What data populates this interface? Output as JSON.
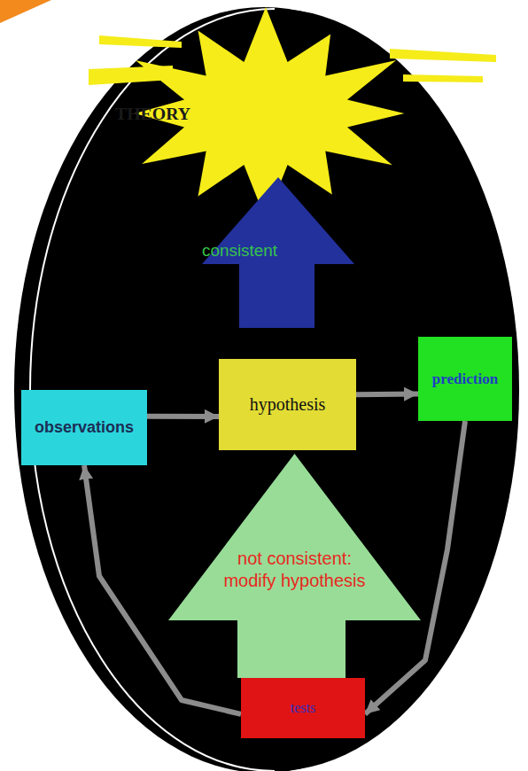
{
  "diagram": {
    "nodes": [
      {
        "text": [
          "THEORY"
        ]
      },
      {
        "text": [
          "consistent"
        ]
      },
      {
        "text": [
          "observations"
        ]
      },
      {
        "text": [
          "hypothesis"
        ]
      },
      {
        "text": [
          "prediction"
        ]
      },
      {
        "text": [
          "not consistent: modify hypothesis"
        ]
      },
      {
        "text": [
          "tests"
        ]
      }
    ],
    "edges": [
      {
        "from": 2,
        "to": 3,
        "arrow": "to"
      },
      {
        "from": 3,
        "to": 4,
        "arrow": "to"
      },
      {
        "from": 4,
        "to": 6,
        "arrow": "to"
      },
      {
        "from": 6,
        "to": 2,
        "arrow": "to"
      }
    ]
  }
}
